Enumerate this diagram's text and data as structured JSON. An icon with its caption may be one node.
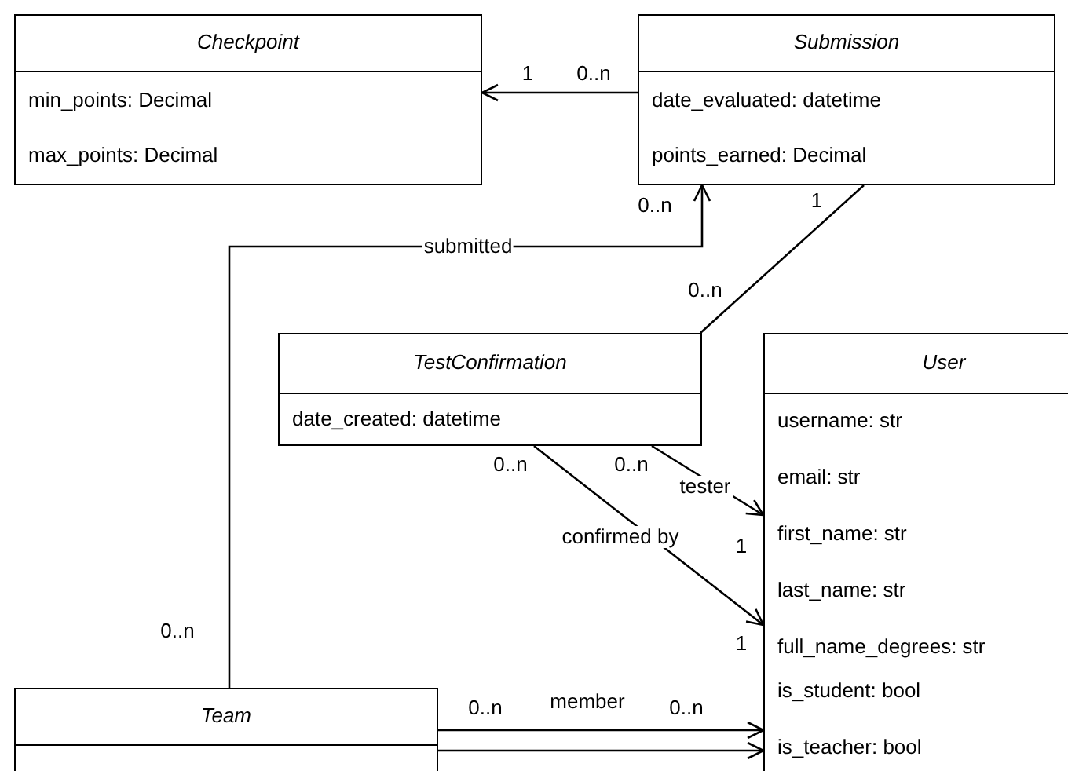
{
  "diagram": {
    "nodes": [
      {
        "text": [
          "Checkpoint",
          "min_points: Decimal",
          "max_points: Decimal"
        ]
      },
      {
        "text": [
          "Submission",
          "date_evaluated: datetime",
          "points_earned: Decimal"
        ]
      },
      {
        "text": [
          "TestConfirmation",
          "date_created: datetime"
        ]
      },
      {
        "text": [
          "User",
          "username: str",
          "email: str",
          "first_name: str",
          "last_name: str",
          "full_name_degrees: str",
          "is_student: bool",
          "is_teacher: bool"
        ]
      },
      {
        "text": [
          "Team"
        ]
      }
    ],
    "edges": [
      {
        "from": 1,
        "to": 0,
        "arrow": "to"
      },
      {
        "from": 4,
        "to": 1,
        "arrow": "to",
        "label": "submitted"
      },
      {
        "from": 2,
        "to": 1,
        "arrow": "none"
      },
      {
        "from": 2,
        "to": 3,
        "arrow": "to",
        "label": "tester"
      },
      {
        "from": 2,
        "to": 3,
        "arrow": "to",
        "label": "confirmed by"
      },
      {
        "from": 4,
        "to": 3,
        "arrow": "to",
        "label": "member"
      },
      {
        "from": 4,
        "to": 3,
        "arrow": "to"
      }
    ],
    "labels": [
      "1",
      "0..n",
      "0..n",
      "1",
      "0..n",
      "0..n",
      "0..n",
      "1",
      "1",
      "0..n",
      "0..n",
      "0..n"
    ]
  }
}
